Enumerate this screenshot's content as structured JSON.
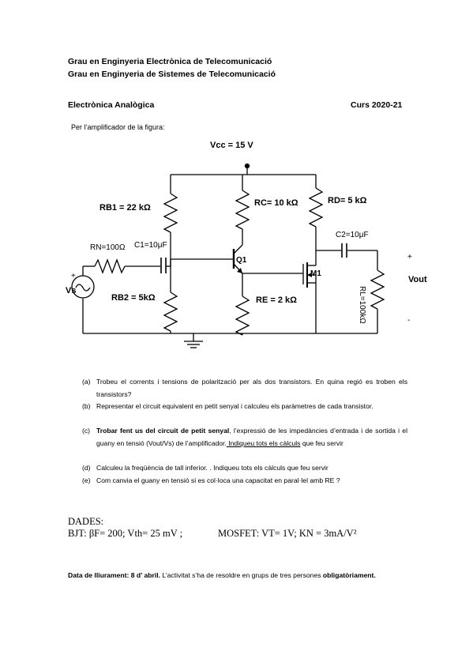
{
  "header": {
    "line1": "Grau en Enginyeria Electrònica de Telecomunicació",
    "line2": "Grau en Enginyeria de Sistemes de Telecomunicació",
    "subject": "Electrònica Analògica",
    "year": "Curs 2020-21"
  },
  "intro": "Per l’amplificador de la figura:",
  "circuit": {
    "vcc": "Vcc = 15 V",
    "rb1": "RB1 = 22 kΩ",
    "rc": "RC= 10 kΩ",
    "rd": "RD= 5 kΩ",
    "rn": "RN=100Ω",
    "c1": "C1=10μF",
    "c2": "C2=10μF",
    "q1": "Q1",
    "m1": "M1",
    "rb2": "RB2 = 5kΩ",
    "re": "RE = 2 kΩ",
    "rl": "RL=100kΩ",
    "vs": "Vs",
    "vout": "Vout",
    "plus": "+",
    "minus": "-"
  },
  "questions": [
    {
      "label": "(a)",
      "text": "Trobeu el corrents i tensions de polarització per als dos transistors. En quina regió es troben els transistors?"
    },
    {
      "label": "(b)",
      "text": "Representar el circuit equivalent en petit senyal i calculeu els paràmetres de cada transistor."
    },
    {
      "label": "(c)",
      "bold": "Trobar fent us del circuit de petit senyal",
      "text": ", l’expressió de les impedàncies d’entrada i de sortida i el guany en tensió (Vout/Vs) de l’amplificador.",
      "underline": " Indiqueu tots els càlculs",
      "tail": " que feu servir"
    },
    {
      "label": "(d)",
      "text": "Calculeu la freqüència de tall inferior. .  Indiqueu tots els càlculs que feu servir"
    },
    {
      "label": "(e)",
      "text": "Com  canvia el guany en tensió si es col·loca una capacitat en paral·lel amb RE ?"
    }
  ],
  "dades": {
    "title": "DADES:",
    "bjt": "BJT: βF= 200; Vth= 25 mV ;",
    "mosfet": "MOSFET: VT= 1V; KN = 3mA/V²"
  },
  "footer": {
    "bold": "Data de lliurament: 8 d’ abril.",
    "text": "  L’activitat s’ha de resoldre en grups de tres persones",
    "bold2": "obligatòriament."
  }
}
